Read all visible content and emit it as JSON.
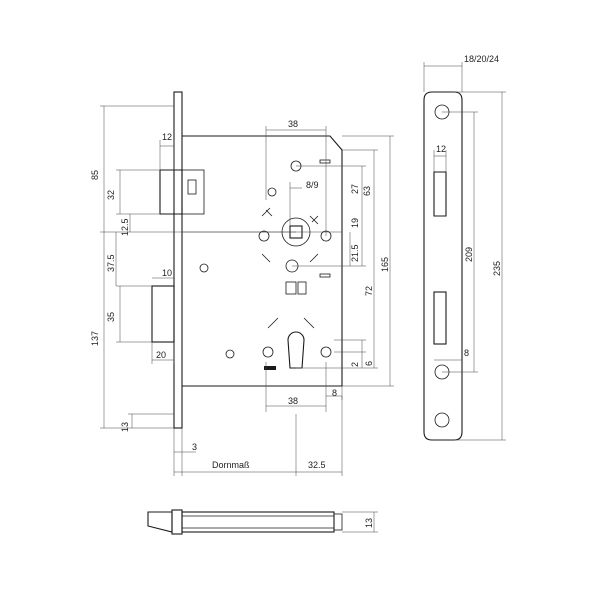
{
  "dimensions": {
    "d12_top": "12",
    "d38_top": "38",
    "d85": "85",
    "d32": "32",
    "d8_9": "8/9",
    "d27": "27",
    "d63": "63",
    "d12_5": "12.5",
    "d19": "19",
    "d37_5": "37.5",
    "d21_5": "21.5",
    "d165": "165",
    "d10": "10",
    "d72": "72",
    "d35": "35",
    "d137": "137",
    "d20": "20",
    "d2": "2",
    "d6": "6",
    "d38_bottom": "38",
    "d8_bottom": "8",
    "d13_left": "13",
    "d3": "3",
    "dornmass": "Dornmaß",
    "d32_5": "32.5",
    "d18_20_24": "18/20/24",
    "d12_plate": "12",
    "d209": "209",
    "d235": "235",
    "d8_plate": "8",
    "d13_side": "13"
  }
}
